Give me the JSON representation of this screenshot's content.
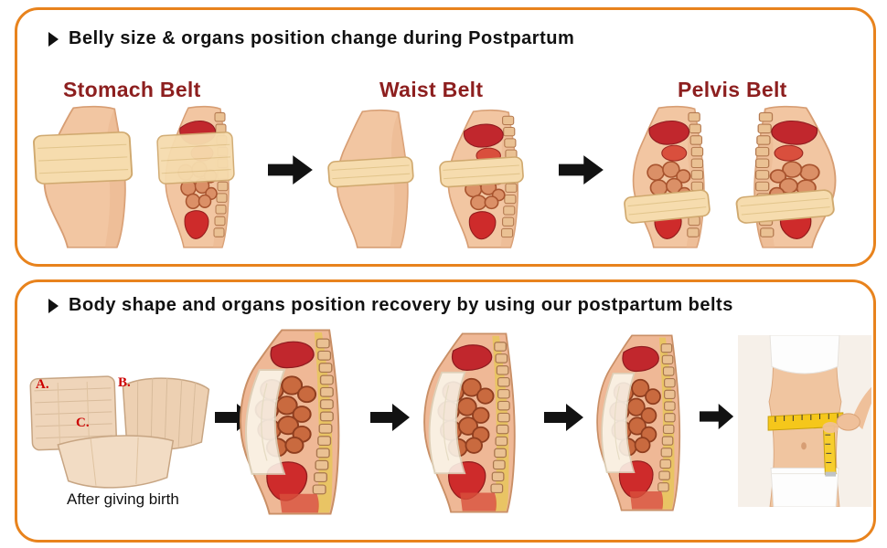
{
  "panel_top": {
    "title": "Belly size & organs position change during Postpartum",
    "sections": [
      {
        "label": "Stomach Belt"
      },
      {
        "label": "Waist Belt"
      },
      {
        "label": "Pelvis Belt"
      }
    ]
  },
  "panel_bottom": {
    "title": "Body shape and organs position recovery by using our postpartum belts",
    "belt_labels": [
      "A.",
      "B.",
      "C."
    ],
    "caption": "After giving birth"
  },
  "colors": {
    "panel_border": "#E8831D",
    "section_label_red": "#8D1F1F",
    "title_text": "#111111",
    "belt_letter_red": "#CC0000",
    "arrow_black": "#121212",
    "skin": "#F2C6A2",
    "organ_red": "#C1272D",
    "intestine_brown": "#DB9067",
    "belt_beige": "#F6DCAE",
    "tape_yellow": "#F5C71B"
  },
  "icons": {
    "bullet": "triangle-right-icon",
    "step_arrow": "arrow-right-icon"
  }
}
